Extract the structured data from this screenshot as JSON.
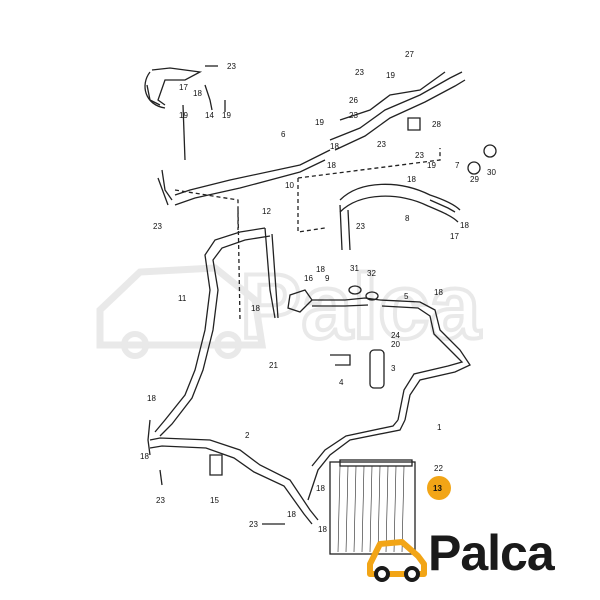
{
  "watermark": {
    "text": "Palca"
  },
  "brand": {
    "name": "Palca",
    "accent_color": "#f2a516"
  },
  "callouts": {
    "c1": "1",
    "c2": "2",
    "c3": "3",
    "c4": "4",
    "c5": "5",
    "c6": "6",
    "c7": "7",
    "c8": "8",
    "c9": "9",
    "c10": "10",
    "c11": "11",
    "c12": "12",
    "c13": "13",
    "c14": "14",
    "c15": "15",
    "c16": "16",
    "c17": "17",
    "c18": "18",
    "c19": "19",
    "c20": "20",
    "c21": "21",
    "c22": "22",
    "c23": "23",
    "c24": "24",
    "c26": "26",
    "c27": "27",
    "c28": "28",
    "c29": "29",
    "c30": "30",
    "c31": "31",
    "c32": "32"
  },
  "highlight": {
    "part": "13",
    "color": "#f2a516"
  }
}
